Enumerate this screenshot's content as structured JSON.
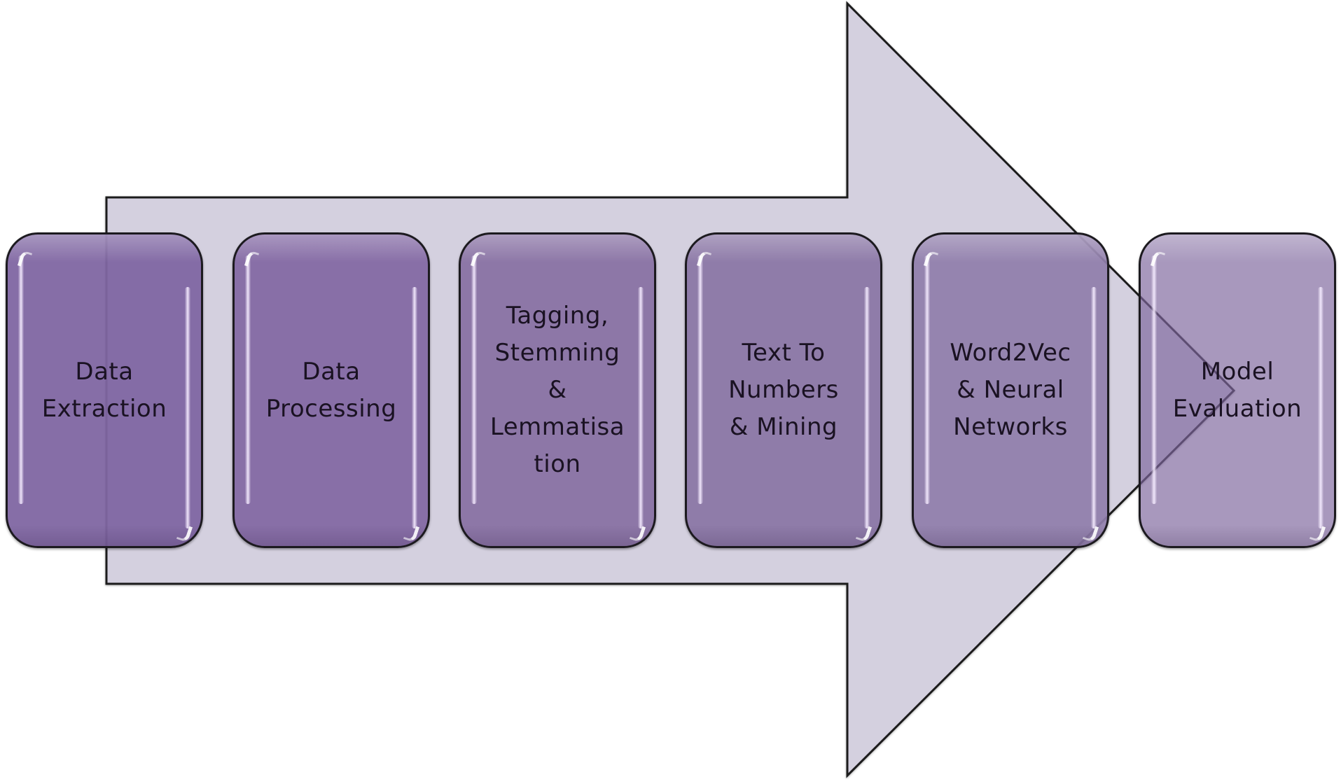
{
  "diagram": {
    "type": "process-flow",
    "arrow": {
      "name": "pipeline-arrow",
      "fill": "#d4d0df",
      "stroke": "#1c1a1f"
    },
    "steps": [
      {
        "label": "Data\nExtraction",
        "fill": "#8066a2f2"
      },
      {
        "label": "Data\nProcessing",
        "fill": "#8469a3f2"
      },
      {
        "label": "Tagging,\nStemming\n&\nLemmatisa\ntion",
        "fill": "#8871a4f0"
      },
      {
        "label": "Text To\nNumbers\n& Mining",
        "fill": "#8a76a5ee"
      },
      {
        "label": "Word2Vec\n& Neural\nNetworks",
        "fill": "#8f7daaeb"
      },
      {
        "label": "Model\nEvaluation",
        "fill": "#7d659dab"
      }
    ]
  }
}
